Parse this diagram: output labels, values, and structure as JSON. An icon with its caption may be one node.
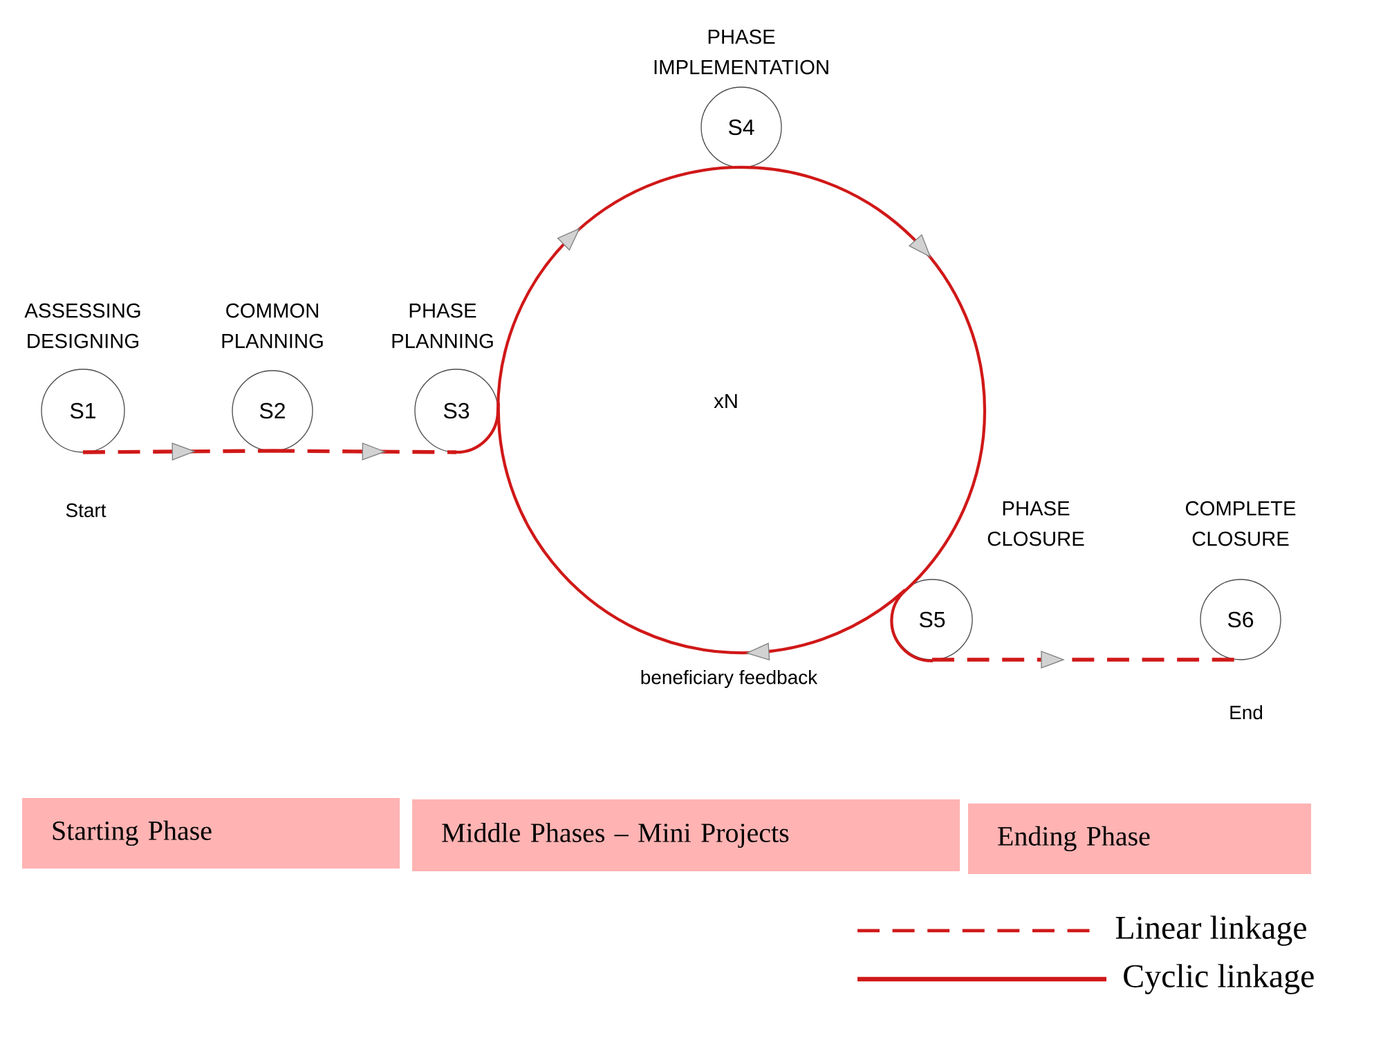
{
  "diagram": {
    "nodes": [
      {
        "text": [
          "ASSESSING DESIGNING",
          "S1"
        ],
        "beside": [
          "Start"
        ]
      },
      {
        "text": [
          "COMMON PLANNING",
          "S2"
        ]
      },
      {
        "text": [
          "PHASE PLANNING",
          "S3"
        ]
      },
      {
        "text": [
          "PHASE IMPLEMENTATION",
          "S4"
        ]
      },
      {
        "text": [
          "PHASE CLOSURE",
          "S5"
        ]
      },
      {
        "text": [
          "COMPLETE CLOSURE",
          "S6"
        ],
        "beside": [
          "End"
        ]
      },
      {
        "text": [
          "Starting Phase"
        ]
      },
      {
        "text": [
          "Middle Phases – Mini Projects"
        ]
      },
      {
        "text": [
          "Ending Phase"
        ]
      }
    ],
    "edges": [
      {
        "from": 0,
        "to": 1,
        "arrow": "to",
        "style": "dashed"
      },
      {
        "from": 1,
        "to": 2,
        "arrow": "to",
        "style": "dashed"
      },
      {
        "from": 2,
        "to": 3,
        "arrow": "to"
      },
      {
        "from": 3,
        "to": 4,
        "arrow": "to"
      },
      {
        "from": 4,
        "to": 2,
        "arrow": "to",
        "label": "beneficiary feedback"
      },
      {
        "from": 4,
        "to": 5,
        "arrow": "to",
        "style": "dashed"
      }
    ],
    "labels": [
      "xN"
    ],
    "legend": [
      {
        "text": "Linear linkage"
      },
      {
        "text": "Cyclic linkage"
      }
    ]
  }
}
